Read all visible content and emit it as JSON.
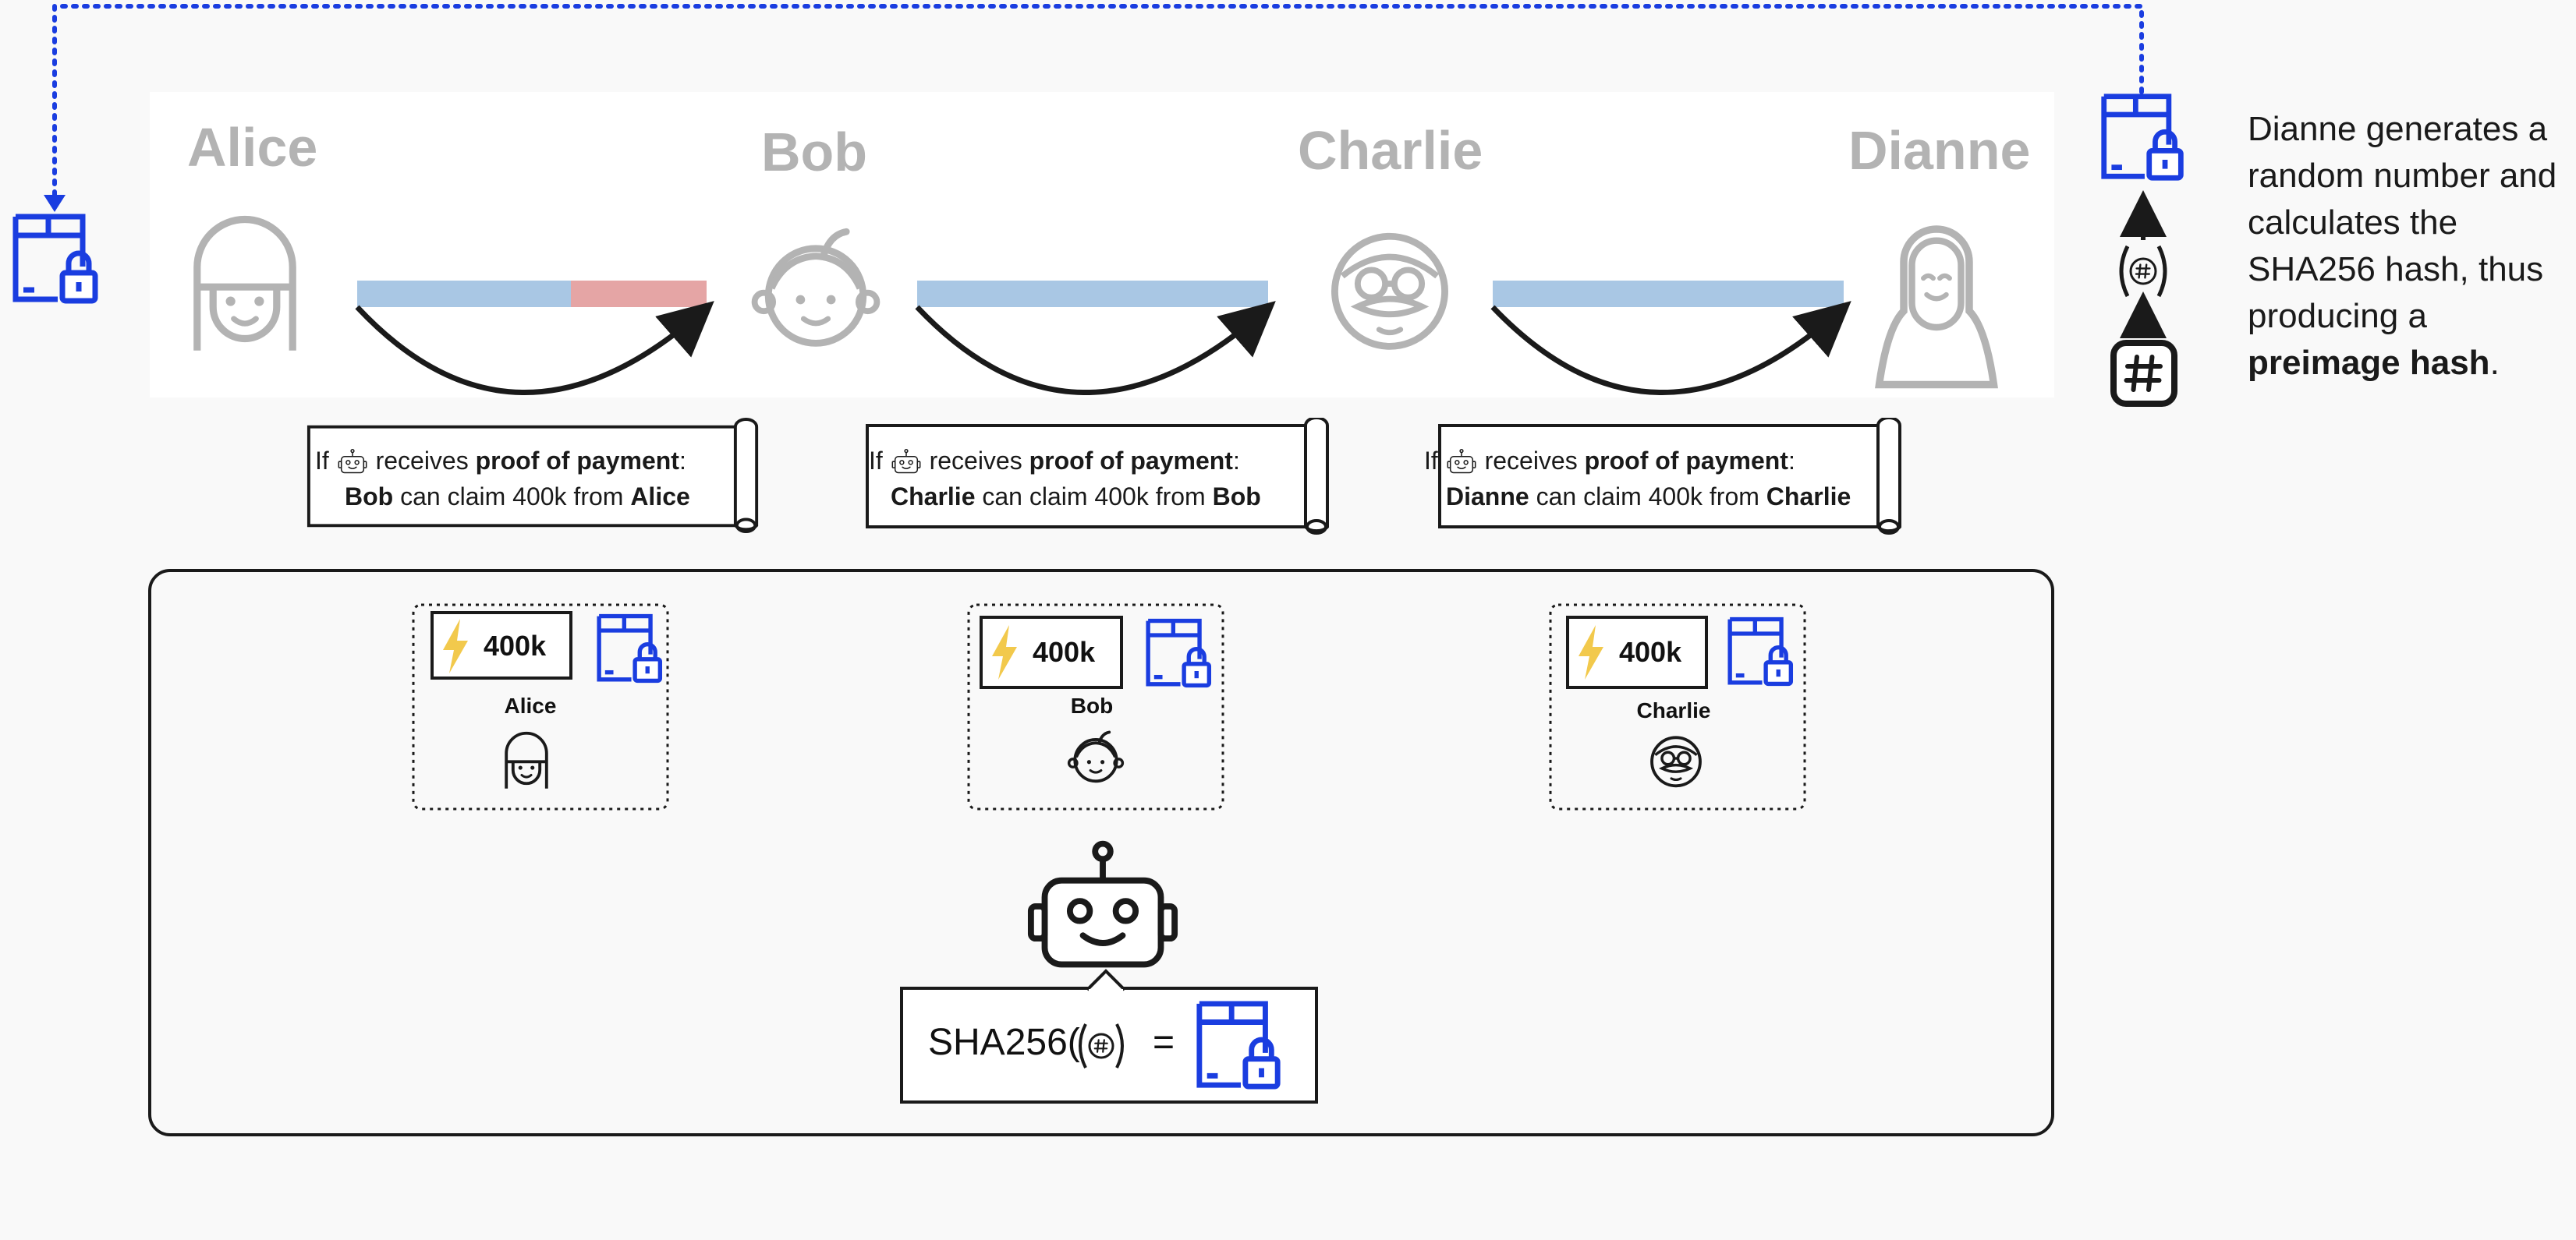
{
  "participants": [
    {
      "name": "Alice"
    },
    {
      "name": "Bob"
    },
    {
      "name": "Charlie"
    },
    {
      "name": "Dianne"
    }
  ],
  "contracts": [
    {
      "prefix": "If",
      "middle": "receives",
      "condition": "proof of payment",
      "colon": ":",
      "claimant": "Bob",
      "claim_text": "can claim 400k from",
      "payer": "Alice"
    },
    {
      "prefix": "If",
      "middle": "receives",
      "condition": "proof of payment",
      "colon": ":",
      "claimant": "Charlie",
      "claim_text": "can claim 400k from",
      "payer": "Bob"
    },
    {
      "prefix": "If",
      "middle": "receives",
      "condition": "proof of payment",
      "colon": ":",
      "claimant": "Dianne",
      "claim_text": "can claim 400k from",
      "payer": "Charlie"
    }
  ],
  "htlcs": [
    {
      "amount": "400k",
      "owner": "Alice"
    },
    {
      "amount": "400k",
      "owner": "Bob"
    },
    {
      "amount": "400k",
      "owner": "Charlie"
    }
  ],
  "description": {
    "text": "Dianne generates a random number and calculates the SHA256 hash, thus producing a",
    "bold": "preimage hash",
    "end": "."
  },
  "hash_check": {
    "fn": "SHA256(",
    "close": ")",
    "equals": "="
  },
  "colors": {
    "lock_blue": "#1a3de0",
    "channel_blue": "#a9c7e4",
    "channel_red": "#e5a5a5",
    "bolt_yellow": "#f2c94c",
    "avatar_gray": "#b3b3b3"
  },
  "icons": [
    "envelope-lock-icon",
    "hash-icon",
    "robot-icon",
    "lightning-icon",
    "arrow-icon"
  ]
}
